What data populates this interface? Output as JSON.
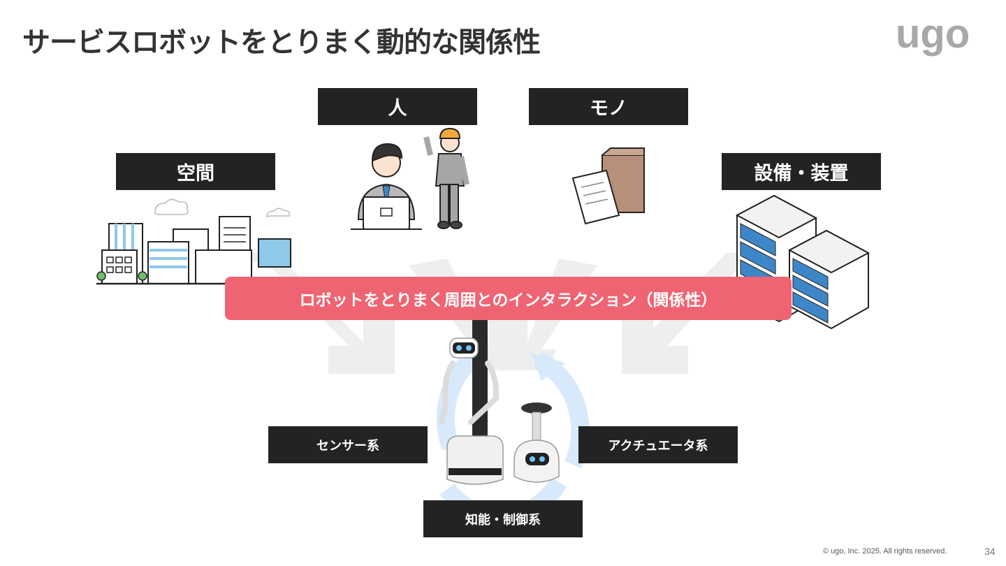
{
  "title": "サービスロボットをとりまく動的な関係性",
  "logo": {
    "text": "ugo"
  },
  "categories": {
    "space": "空間",
    "person": "人",
    "thing": "モノ",
    "equipment": "設備・装置"
  },
  "banner": "ロボットをとりまく周囲とのインタラクション（関係性）",
  "systems": {
    "sensor": "センサー系",
    "actuator": "アクチュエータ系",
    "intelligence": "知能・制御系"
  },
  "footer": {
    "copyright": "© ugo, Inc. 2025. All rights reserved.",
    "page_number": "34"
  },
  "colors": {
    "banner": "#ef6472",
    "label_bg": "#232323",
    "title": "#333333",
    "logo": "#a8a8a8",
    "server_panel": "#3d87c9",
    "cycle_arrow": "#cfe4fb"
  }
}
